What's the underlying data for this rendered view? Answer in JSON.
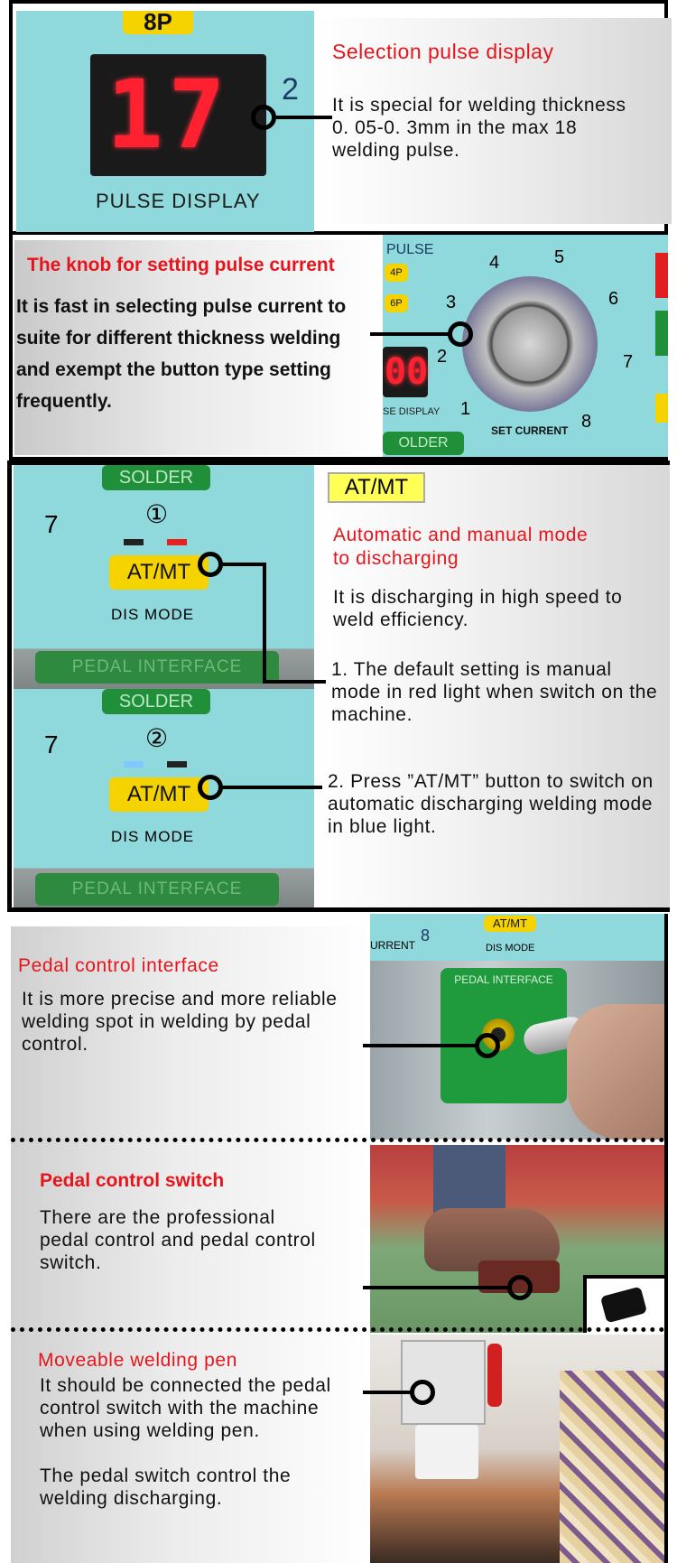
{
  "section1": {
    "title": "Selection pulse display",
    "body": "It is special for welding thickness 0. 05-0. 3mm in the max 18 welding pulse.",
    "photo": {
      "top_label": "8P",
      "digits": "17",
      "scale_mark": "2",
      "caption": "PULSE DISPLAY"
    }
  },
  "section2": {
    "title": "The knob for setting pulse current",
    "body_lines": [
      "It is fast in selecting  pulse current to",
      "suite for different thickness welding",
      "and exempt the button type setting",
      "frequently."
    ],
    "photo": {
      "pulse_label": "PULSE",
      "buttons": [
        "4P",
        "6P"
      ],
      "digits": "00",
      "scale": [
        "1",
        "2",
        "3",
        "4",
        "5",
        "6",
        "7",
        "8"
      ],
      "set_current": "SET CURRENT",
      "display_label": "SE DISPLAY",
      "solder": "OLDER"
    }
  },
  "section3": {
    "badge": "AT/MT",
    "title_line1": "Automatic and manual mode",
    "title_line2": "to discharging",
    "body": "It is discharging in high speed to weld efficiency.",
    "point1": "1. The default setting is manual mode  in red light when switch on the machine.",
    "point2": "2. Press ”AT/MT” button to switch on automatic discharging welding mode in blue light.",
    "photo_top": {
      "solder": "SOLDER",
      "marker": "①",
      "button": "AT/MT",
      "mode": "DIS MODE",
      "pedal": "PEDAL INTERFACE",
      "scale": "7"
    },
    "photo_bottom": {
      "solder": "SOLDER",
      "marker": "②",
      "button": "AT/MT",
      "mode": "DIS MODE",
      "pedal": "PEDAL INTERFACE",
      "scale": "7"
    },
    "colors": {
      "indicator_red": "#e82020",
      "indicator_blue": "#7ec8ff"
    }
  },
  "section4": {
    "title": "Pedal control interface",
    "body": "It is more precise  and more reliable welding spot in welding by pedal control.",
    "photo": {
      "at_mt": "AT/MT",
      "dis_mode": "DIS MODE",
      "urrent": "URRENT",
      "pedal": "PEDAL INTERFACE",
      "scale": "8"
    }
  },
  "section5": {
    "title": "Pedal control switch",
    "body": "There are the professional pedal control and pedal control switch."
  },
  "section6": {
    "title": "Moveable welding pen",
    "body1": "It should be connected the pedal control switch with the machine when using welding pen.",
    "body2": "The pedal switch control the welding discharging."
  }
}
